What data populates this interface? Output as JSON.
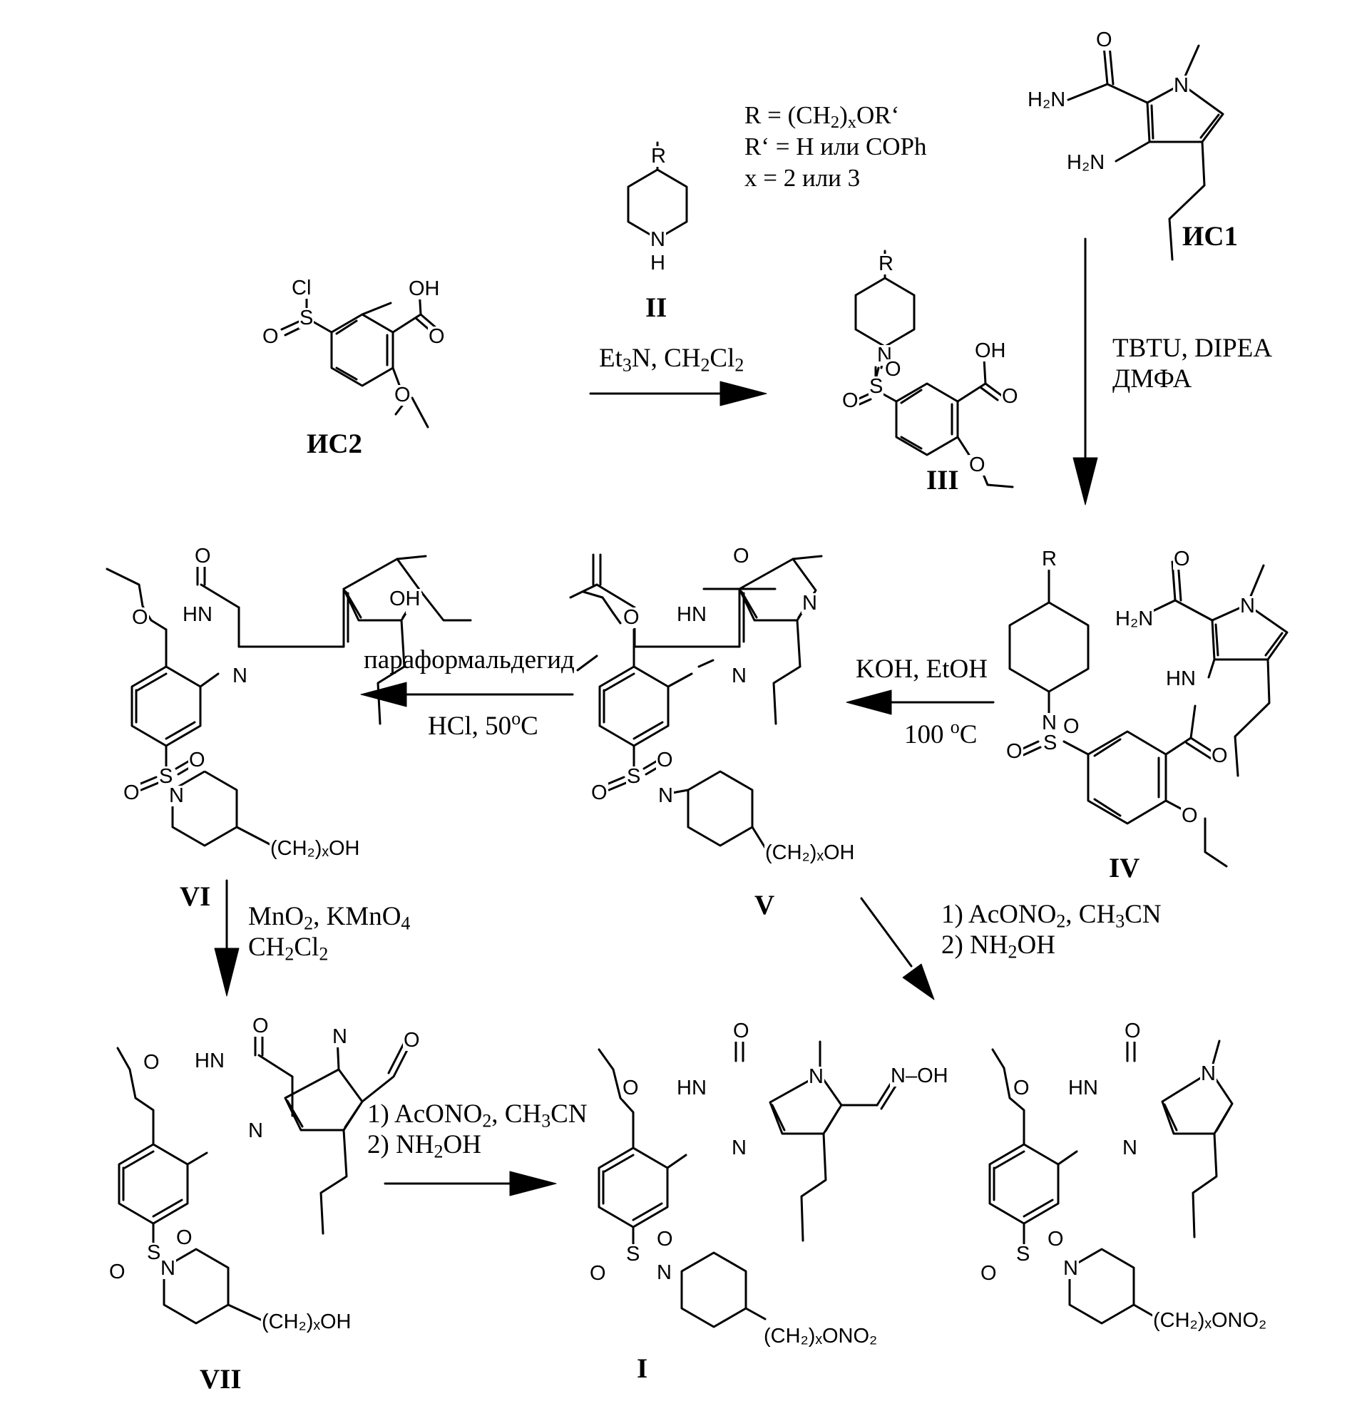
{
  "compounds": {
    "is2": "ИС2",
    "ii": "II",
    "iii": "III",
    "is1": "ИС1",
    "iv": "IV",
    "v": "V",
    "vi": "VI",
    "vii": "VII",
    "i": "I"
  },
  "r_definition": {
    "line1_prefix": "R = (CH",
    "line1_sub_a": "2",
    "line1_mid": ")",
    "line1_sub_x": "x",
    "line1_suffix": "OR‘",
    "line2": "R‘ = H или COPh",
    "line3": "x = 2 или 3"
  },
  "reagents": {
    "step1": {
      "a": "Et",
      "a_sub": "3",
      "b": "N, CH",
      "b_sub": "2",
      "c": "Cl",
      "c_sub": "2"
    },
    "step2": {
      "line1": "TBTU, DIPEA",
      "line2": "ДМФА"
    },
    "step3": {
      "line1": "KOH, EtOH",
      "line2_a": "100 ",
      "line2_sup": "o",
      "line2_b": "C"
    },
    "step4": {
      "line1": "параформальдегид",
      "line2_a": "HCl, 50",
      "line2_sup": "o",
      "line2_b": "C"
    },
    "step5": {
      "l1a": "MnO",
      "l1s": "2",
      "l1b": ", KMnO",
      "l1s2": "4",
      "l2a": "CH",
      "l2s": "2",
      "l2b": "Cl",
      "l2s2": "2"
    },
    "step6": {
      "l1a": "1) AcONO",
      "l1s": "2",
      "l1b": ", CH",
      "l1s2": "3",
      "l1c": "CN",
      "l2a": "2) NH",
      "l2s": "2",
      "l2b": "OH"
    },
    "step7": {
      "l1a": "1) AcONO",
      "l1s": "2",
      "l1b": ", CH",
      "l1s2": "3",
      "l1c": "CN",
      "l2a": "2) NH",
      "l2s": "2",
      "l2b": "OH"
    }
  },
  "atoms": {
    "R": "R",
    "H": "H",
    "N": "N",
    "O": "O",
    "S": "S",
    "Cl": "Cl",
    "OH": "OH",
    "HN": "HN",
    "H2N": "H₂N",
    "NOH": "N–OH",
    "ch2x_oh": "(CH₂)ₓOH",
    "ch2x_ono2": "(CH₂)ₓONO₂"
  }
}
